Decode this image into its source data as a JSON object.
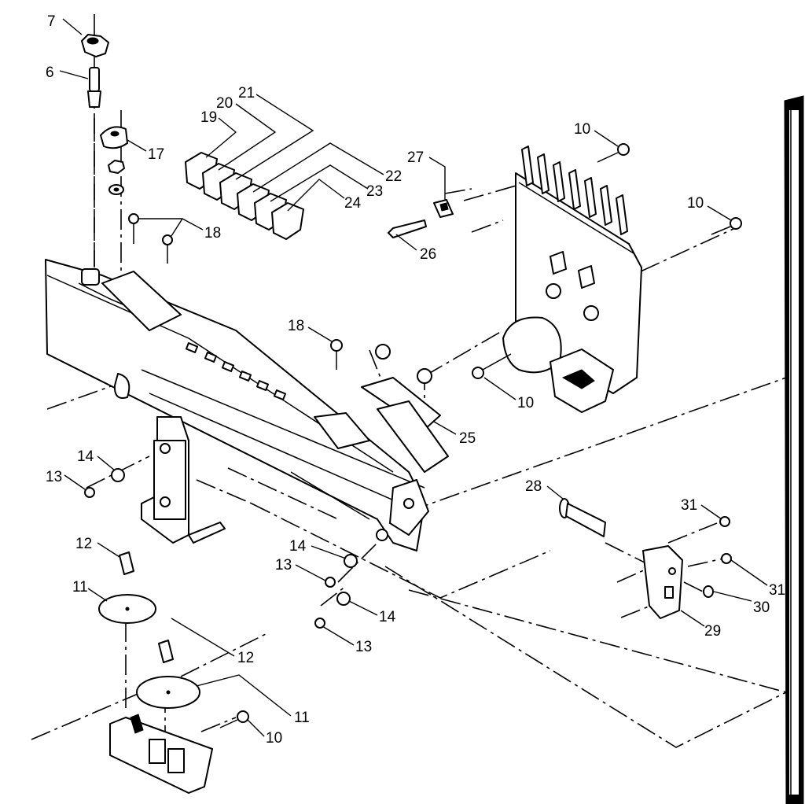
{
  "callouts": [
    {
      "id": "c7",
      "text": "7"
    },
    {
      "id": "c6",
      "text": "6"
    },
    {
      "id": "c17",
      "text": "17"
    },
    {
      "id": "c19",
      "text": "19"
    },
    {
      "id": "c20",
      "text": "20"
    },
    {
      "id": "c21",
      "text": "21"
    },
    {
      "id": "c22",
      "text": "22"
    },
    {
      "id": "c23",
      "text": "23"
    },
    {
      "id": "c24",
      "text": "24"
    },
    {
      "id": "c18a",
      "text": "18"
    },
    {
      "id": "c27",
      "text": "27"
    },
    {
      "id": "c26",
      "text": "26"
    },
    {
      "id": "c10a",
      "text": "10"
    },
    {
      "id": "c10b",
      "text": "10"
    },
    {
      "id": "c10c",
      "text": "10"
    },
    {
      "id": "c18b",
      "text": "18"
    },
    {
      "id": "c25",
      "text": "25"
    },
    {
      "id": "c14a",
      "text": "14"
    },
    {
      "id": "c13a",
      "text": "13"
    },
    {
      "id": "c28",
      "text": "28"
    },
    {
      "id": "c31a",
      "text": "31"
    },
    {
      "id": "c31b",
      "text": "31"
    },
    {
      "id": "c30",
      "text": "30"
    },
    {
      "id": "c29",
      "text": "29"
    },
    {
      "id": "c12a",
      "text": "12"
    },
    {
      "id": "c11a",
      "text": "11"
    },
    {
      "id": "c14b",
      "text": "14"
    },
    {
      "id": "c13b",
      "text": "13"
    },
    {
      "id": "c14c",
      "text": "14"
    },
    {
      "id": "c13c",
      "text": "13"
    },
    {
      "id": "c12b",
      "text": "12"
    },
    {
      "id": "c11b",
      "text": "11"
    },
    {
      "id": "c10d",
      "text": "10"
    }
  ]
}
